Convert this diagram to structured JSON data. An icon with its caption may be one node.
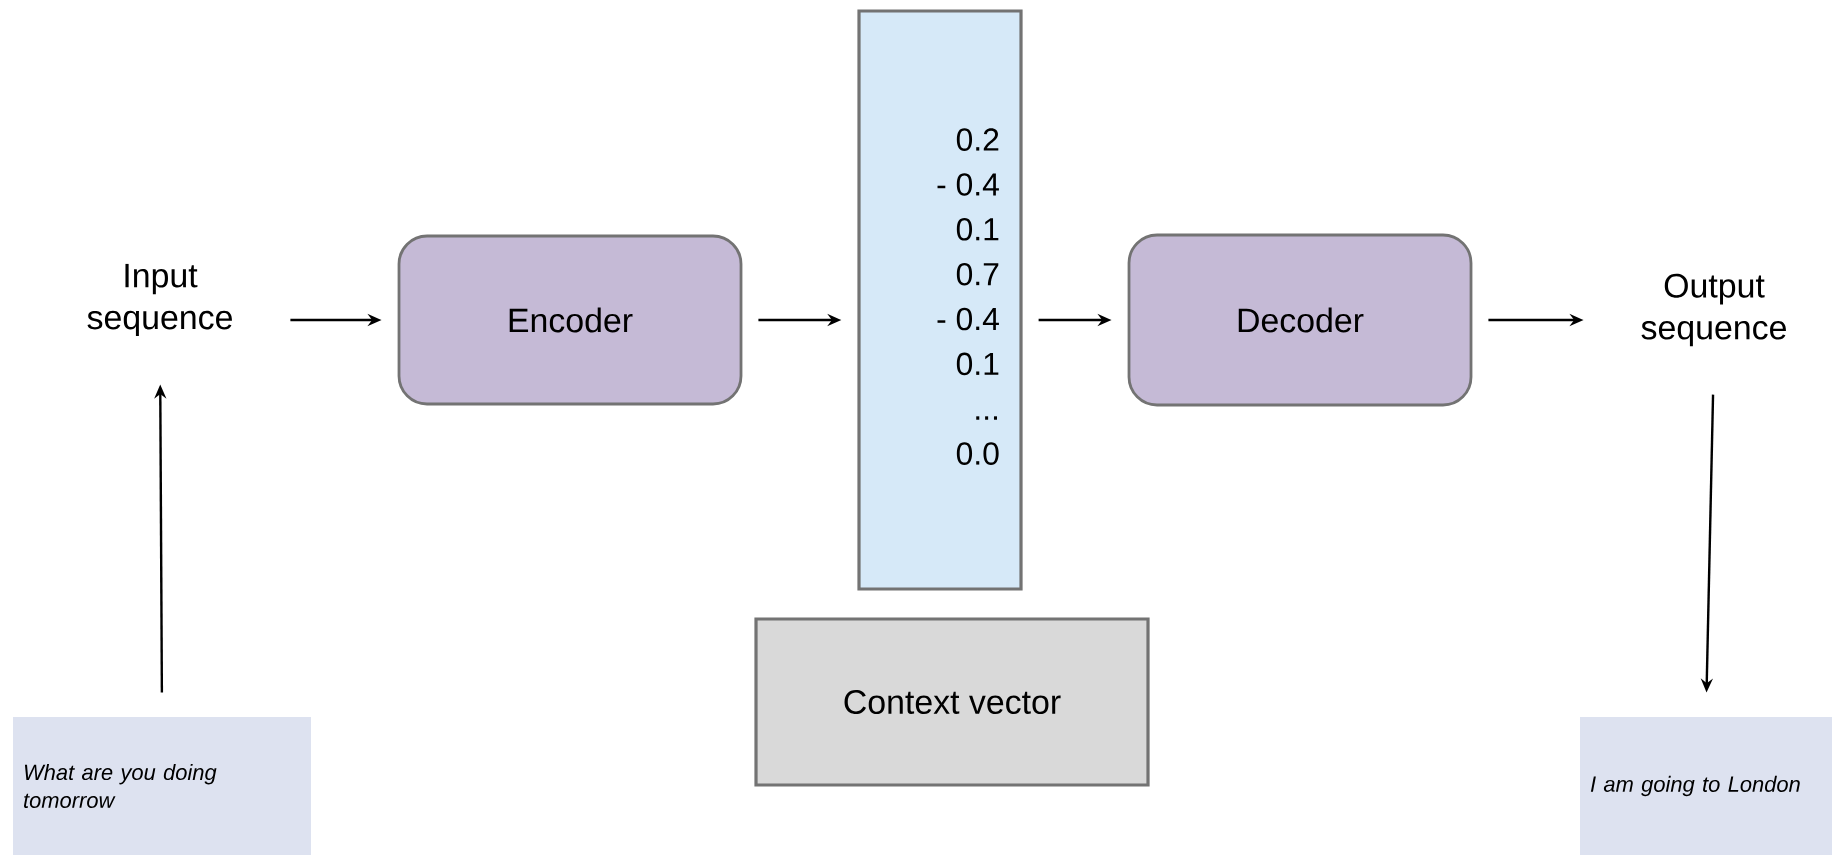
{
  "diagram": {
    "nodes": [
      {
        "text": [
          "Input sequence"
        ]
      },
      {
        "text": [
          "Encoder"
        ]
      },
      {
        "text": [
          "0.2",
          "- 0.4",
          "0.1",
          "0.7",
          "- 0.4",
          "0.1",
          "...",
          "0.0"
        ]
      },
      {
        "text": [
          "Decoder"
        ]
      },
      {
        "text": [
          "Output sequence"
        ]
      },
      {
        "text": [
          "Context vector"
        ]
      },
      {
        "text": [
          "What are you doing tomorrow"
        ]
      },
      {
        "text": [
          "I am going to London"
        ]
      }
    ],
    "edges": [
      {
        "from": 0,
        "to": 1,
        "arrow": "to"
      },
      {
        "from": 1,
        "to": 2,
        "arrow": "to"
      },
      {
        "from": 2,
        "to": 3,
        "arrow": "to"
      },
      {
        "from": 3,
        "to": 4,
        "arrow": "to"
      },
      {
        "from": 6,
        "to": 0,
        "arrow": "to"
      },
      {
        "from": 4,
        "to": 7,
        "arrow": "to"
      }
    ]
  }
}
